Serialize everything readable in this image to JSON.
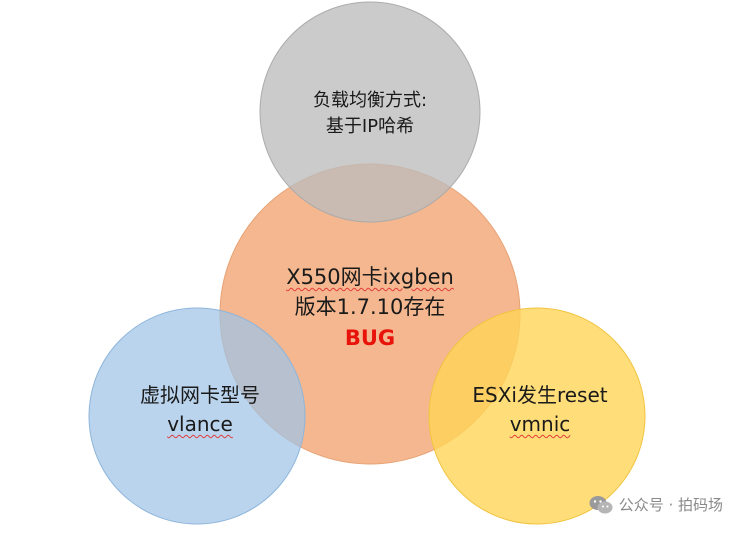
{
  "colors": {
    "top_circle": "#c9c9c9",
    "center_circle": "#f3b389",
    "left_circle": "#9fc3e6",
    "right_circle": "#ffd457",
    "bug_text": "#e8140c"
  },
  "circles": {
    "top": {
      "line1": "负载均衡方式:",
      "line2": "基于IP哈希"
    },
    "center": {
      "line1": "X550网卡ixgben",
      "line2": "版本1.7.10存在",
      "line3": "BUG"
    },
    "left": {
      "line1": "虚拟网卡型号",
      "line2": "vlance"
    },
    "right": {
      "line1": "ESXi发生reset",
      "line2": "vmnic"
    }
  },
  "watermark": {
    "icon": "wechat-icon",
    "text": "公众号 · 拍码场"
  }
}
